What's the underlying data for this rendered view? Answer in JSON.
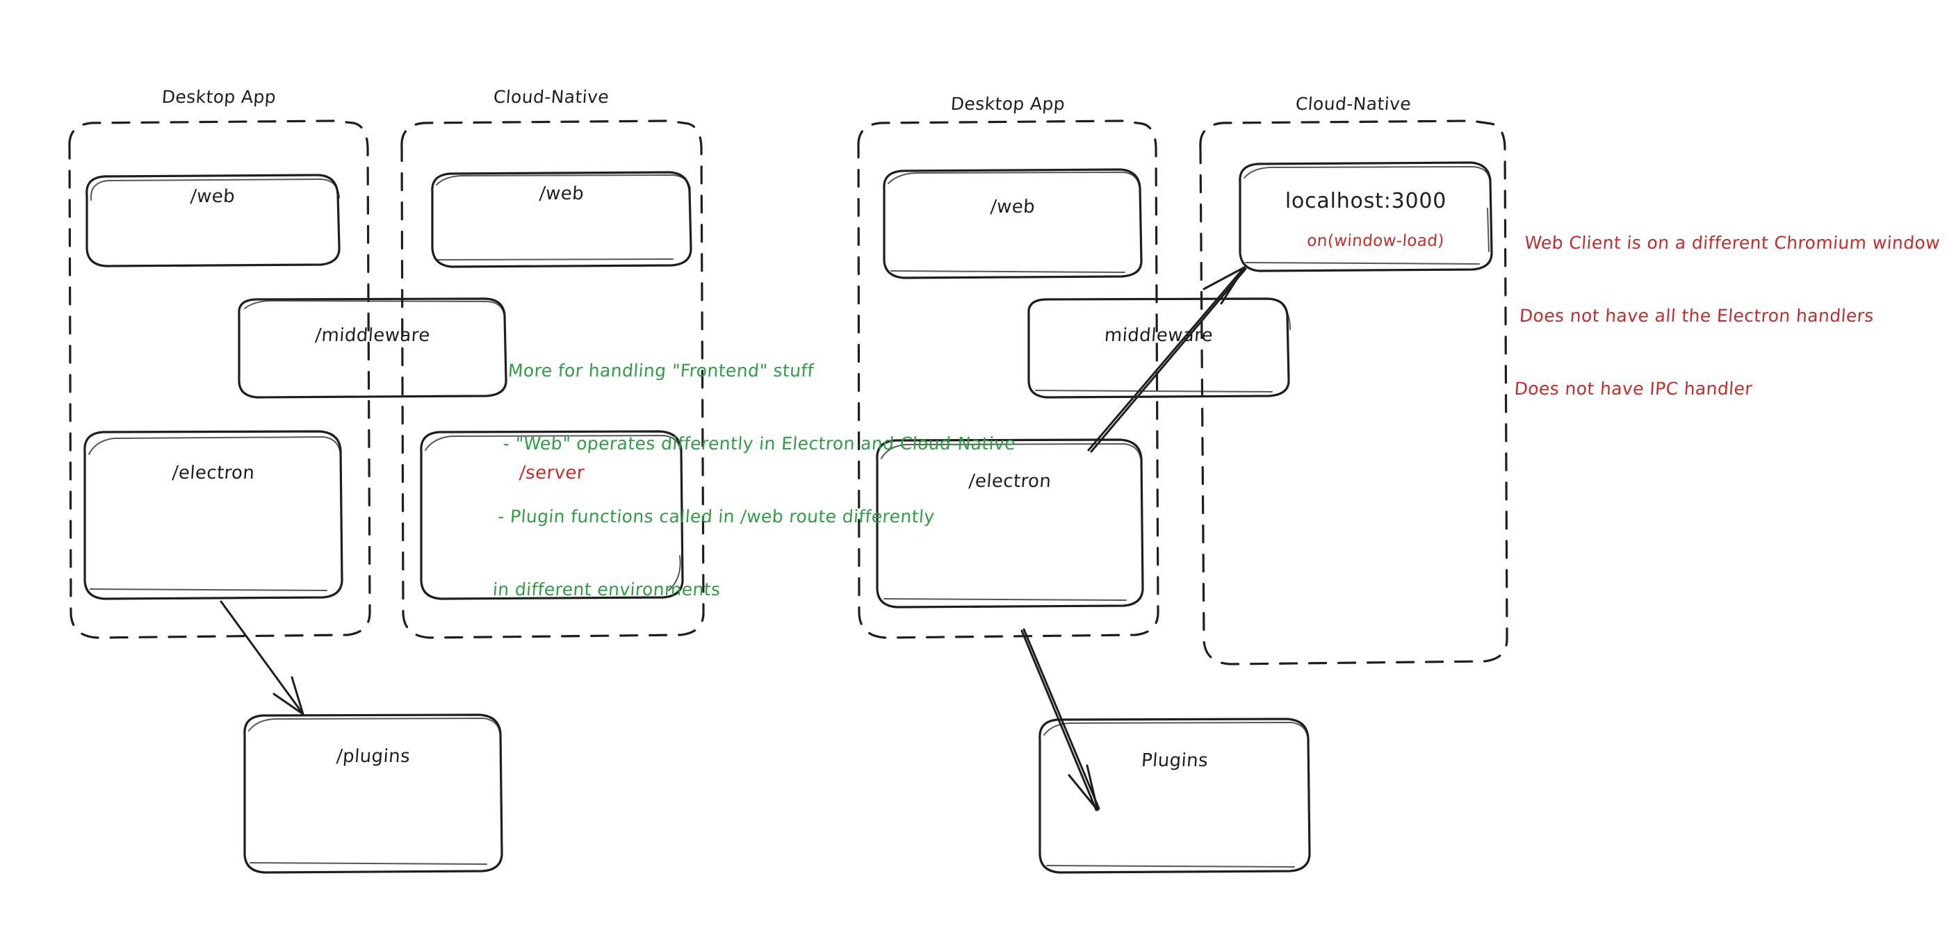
{
  "diagram": {
    "title_left_desktop": "Desktop App",
    "title_left_cloud": "Cloud-Native",
    "title_right_desktop": "Desktop App",
    "title_right_cloud": "Cloud-Native",
    "colors": {
      "ink": "#1e1e1e",
      "green": "#2f9e44",
      "red": "#c92a2a",
      "background": "#ffffff"
    },
    "left_panel": {
      "desktop_group": {
        "label": "Desktop App",
        "nodes": [
          {
            "label": "/web"
          },
          {
            "label": "/electron"
          }
        ]
      },
      "cloud_group": {
        "label": "Cloud-Native",
        "nodes": [
          {
            "label": "/web"
          },
          {
            "label": "/server"
          }
        ]
      },
      "straddle_node": {
        "label": "/middleware"
      },
      "bottom_node": {
        "label": "/plugins"
      },
      "annotation": {
        "lines": [
          "More for handling \"Frontend\" stuff",
          "- \"Web\" operates differently in Electron and Cloud-Native",
          "- Plugin functions called in /web route differently",
          "in different environments"
        ]
      }
    },
    "right_panel": {
      "desktop_group": {
        "label": "Desktop App",
        "nodes": [
          {
            "label": "/web"
          },
          {
            "label": "/electron"
          }
        ]
      },
      "cloud_group": {
        "label": "Cloud-Native",
        "nodes": [
          {
            "label": "localhost:3000",
            "sublabel": "on(window-load)"
          }
        ]
      },
      "straddle_node": {
        "label": "middleware"
      },
      "bottom_node": {
        "label": "Plugins"
      },
      "annotation": {
        "lines": [
          "Web Client is on a different Chromium window",
          "Does not have all the Electron handlers",
          "Does not have IPC handler"
        ]
      }
    }
  }
}
